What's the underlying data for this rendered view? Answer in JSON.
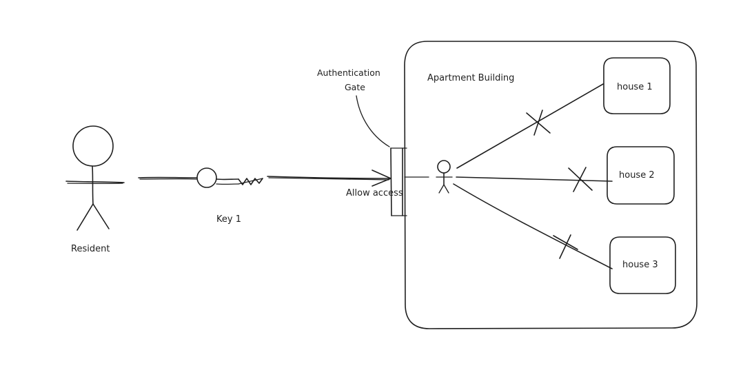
{
  "diagram": {
    "actors": {
      "resident": {
        "label": "Resident"
      },
      "inner": {
        "label": ""
      }
    },
    "key": {
      "label": "Key 1"
    },
    "gate": {
      "label_line1": "Authentication",
      "label_line2": "Gate"
    },
    "edge_allow": {
      "label": "Allow access"
    },
    "building": {
      "label": "Apartment Building"
    },
    "houses": [
      {
        "label": "house 1"
      },
      {
        "label": "house 2"
      },
      {
        "label": "house 3"
      }
    ],
    "colors": {
      "stroke": "#1e1e1e",
      "background": "#ffffff"
    }
  }
}
